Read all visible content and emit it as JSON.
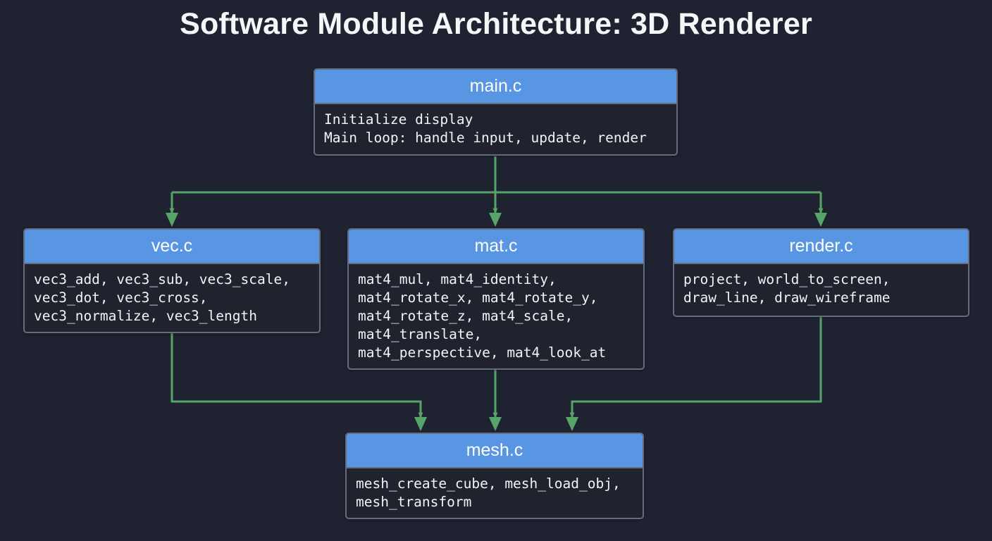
{
  "title": "Software Module Architecture: 3D Renderer",
  "colors": {
    "background": "#1e2231",
    "box_body": "#20232d",
    "box_border": "#656c7d",
    "header_blue": "#5896e3",
    "arrow_green": "#57a468",
    "text": "#f2f3f4"
  },
  "modules": {
    "main": {
      "name": "main.c",
      "body": "Initialize display\nMain loop: handle input, update, render"
    },
    "vec": {
      "name": "vec.c",
      "body": "vec3_add, vec3_sub, vec3_scale,\nvec3_dot, vec3_cross,\nvec3_normalize, vec3_length"
    },
    "mat": {
      "name": "mat.c",
      "body": "mat4_mul, mat4_identity,\nmat4_rotate_x, mat4_rotate_y,\nmat4_rotate_z, mat4_scale,\nmat4_translate,\nmat4_perspective, mat4_look_at"
    },
    "render": {
      "name": "render.c",
      "body": "project, world_to_screen,\ndraw_line, draw_wireframe"
    },
    "mesh": {
      "name": "mesh.c",
      "body": "mesh_create_cube, mesh_load_obj,\nmesh_transform"
    }
  },
  "edges": [
    {
      "from": "main.c",
      "to": "vec.c"
    },
    {
      "from": "main.c",
      "to": "mat.c"
    },
    {
      "from": "main.c",
      "to": "render.c"
    },
    {
      "from": "vec.c",
      "to": "mesh.c"
    },
    {
      "from": "mat.c",
      "to": "mesh.c"
    },
    {
      "from": "render.c",
      "to": "mesh.c"
    }
  ]
}
